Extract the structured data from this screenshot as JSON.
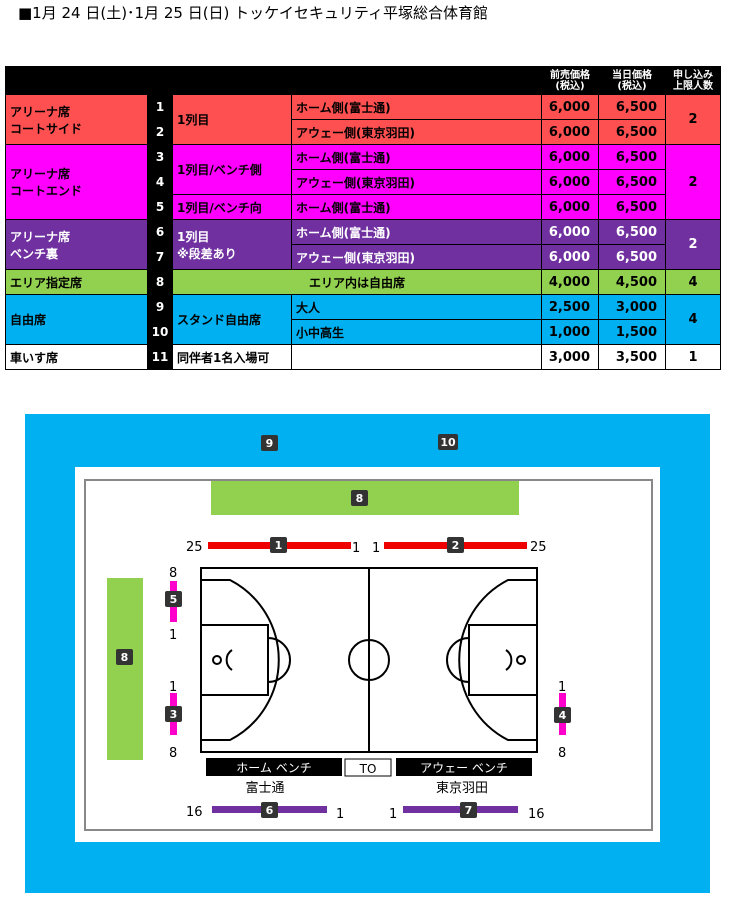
{
  "title": "■1月 24 日(土)･1月 25 日(日) トッケイセキュリティ平塚総合体育館",
  "header": {
    "presale": "前売価格\n(税込)",
    "presale_1": "前売価格",
    "presale_2": "(税込)",
    "dayof_1": "当日価格",
    "dayof_2": "(税込)",
    "limit_1": "申し込み",
    "limit_2": "上限人数"
  },
  "rows": [
    {
      "name": "アリーナ席\nコートサイド",
      "name1": "アリーナ席",
      "name2": "コートサイド",
      "num": "1",
      "desc": "1列目",
      "side": "ホーム側(富士通)",
      "pre": "6,000",
      "day": "6,500",
      "limit": "2"
    },
    {
      "num": "2",
      "side": "アウェー側(東京羽田)",
      "pre": "6,000",
      "day": "6,500"
    },
    {
      "name1": "アリーナ席",
      "name2": "コートエンド",
      "num": "3",
      "desc": "1列目/ベンチ側",
      "side": "ホーム側(富士通)",
      "pre": "6,000",
      "day": "6,500",
      "limit": "2"
    },
    {
      "num": "4",
      "side": "アウェー側(東京羽田)",
      "pre": "6,000",
      "day": "6,500"
    },
    {
      "num": "5",
      "desc": "1列目/ベンチ向",
      "side": "ホーム側(富士通)",
      "pre": "6,000",
      "day": "6,500"
    },
    {
      "name1": "アリーナ席",
      "name2": "ベンチ裏",
      "num": "6",
      "desc1": "1列目",
      "desc2": "※段差あり",
      "side": "ホーム側(富士通)",
      "pre": "6,000",
      "day": "6,500",
      "limit": "2"
    },
    {
      "num": "7",
      "side": "アウェー側(東京羽田)",
      "pre": "6,000",
      "day": "6,500"
    },
    {
      "name1": "エリア指定席",
      "num": "8",
      "desc": "エリア内は自由席",
      "pre": "4,000",
      "day": "4,500",
      "limit": "4"
    },
    {
      "name1": "自由席",
      "num": "9",
      "desc": "スタンド自由席",
      "side": "大人",
      "pre": "2,500",
      "day": "3,000",
      "limit": "4"
    },
    {
      "num": "10",
      "side": "小中高生",
      "pre": "1,000",
      "day": "1,500"
    },
    {
      "name1": "車いす席",
      "num": "11",
      "desc": "同伴者1名入場可",
      "pre": "3,000",
      "day": "3,500",
      "limit": "1"
    }
  ],
  "map": {
    "s1": "1",
    "s2": "2",
    "s3": "3",
    "s4": "4",
    "s5": "5",
    "s6": "6",
    "s7": "7",
    "s8": "8",
    "s9": "9",
    "s10": "10",
    "n25": "25",
    "n1": "1",
    "n8": "8",
    "n16": "16",
    "home_bench": "ホーム ベンチ",
    "away_bench": "アウェー ベンチ",
    "to": "TO",
    "home_team": "富士通",
    "away_team": "東京羽田"
  }
}
